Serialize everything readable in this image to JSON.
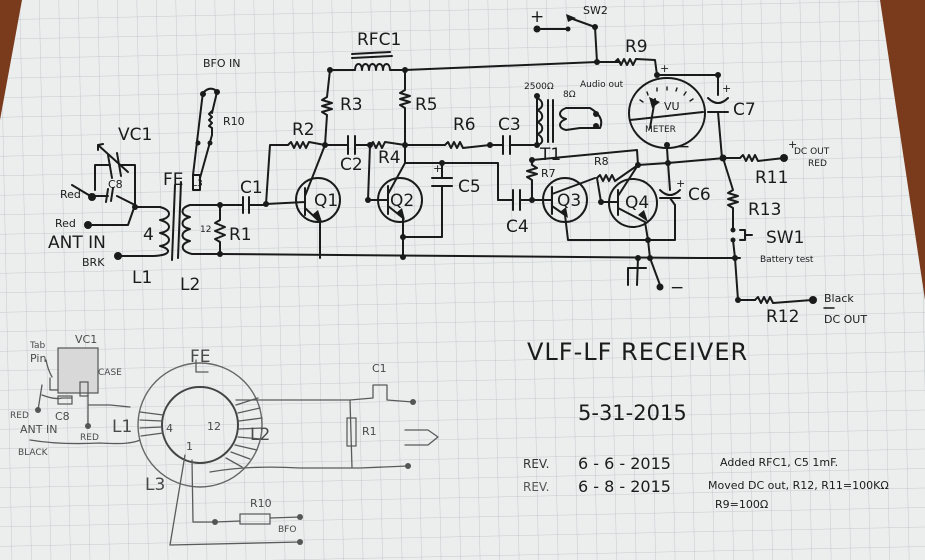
{
  "title": "VLF-LF RECEIVER",
  "date": "5-31-2015",
  "revisions": [
    {
      "prefix": "REV.",
      "date": "6 - 6 - 2015",
      "note": "Added RFC1, C5 1mF."
    },
    {
      "prefix": "REV.",
      "date": "6 - 8 - 2015",
      "note": "Moved DC out, R12, R11=100KΩ",
      "note2": "R9=100Ω"
    }
  ],
  "schematic": {
    "labels": {
      "vc1": "VC1",
      "c8": "C8",
      "red1": "Red",
      "red2": "Red",
      "ant_in": "ANT IN",
      "black": "BRK",
      "l1_turns": "4",
      "l1": "L1",
      "l2": "L2",
      "l2_turns": "12",
      "l3": "L3",
      "fe": "FE",
      "bfo_in": "BFO IN",
      "r10": "R10",
      "r1": "R1",
      "c1": "C1",
      "r2": "R2",
      "r3": "R3",
      "c2": "C2",
      "r4": "R4",
      "r5": "R5",
      "rfc1": "RFC1",
      "q1": "Q1",
      "q2": "Q2",
      "q3": "Q3",
      "q4": "Q4",
      "c5": "C5",
      "r6": "R6",
      "c3": "C3",
      "c4": "C4",
      "t1": "T1",
      "t1_primary": "2500Ω",
      "t1_secondary": "8Ω",
      "audio_out": "Audio out",
      "r7": "R7",
      "r8": "R8",
      "c6": "C6",
      "c7": "C7",
      "sw2": "SW2",
      "plus": "+",
      "minus": "−",
      "r9": "R9",
      "meter_top": "VU",
      "meter_bottom": "METER",
      "r11": "R11",
      "dc_out_red": "DC OUT",
      "red_word": "RED",
      "r13": "R13",
      "sw1": "SW1",
      "battery_test": "Battery test",
      "r12": "R12",
      "black_word": "Black",
      "dc_out_neg": "DC OUT",
      "plus_sign": "+",
      "minus_sign": "−"
    }
  },
  "pictorial": {
    "labels": {
      "tab": "Tab",
      "pin": "Pin",
      "vc1": "VC1",
      "case": "CASE",
      "red": "RED",
      "ant_in": "ANT IN",
      "black": "BLACK",
      "c8": "C8",
      "red2": "RED",
      "l1": "L1",
      "fe": "FE",
      "l1_turns": "4",
      "l2_turns": "12",
      "l3_turns": "1",
      "l2": "L2",
      "l3": "L3",
      "c1": "C1",
      "r1": "R1",
      "r10": "R10",
      "bfo": "BFO"
    }
  }
}
